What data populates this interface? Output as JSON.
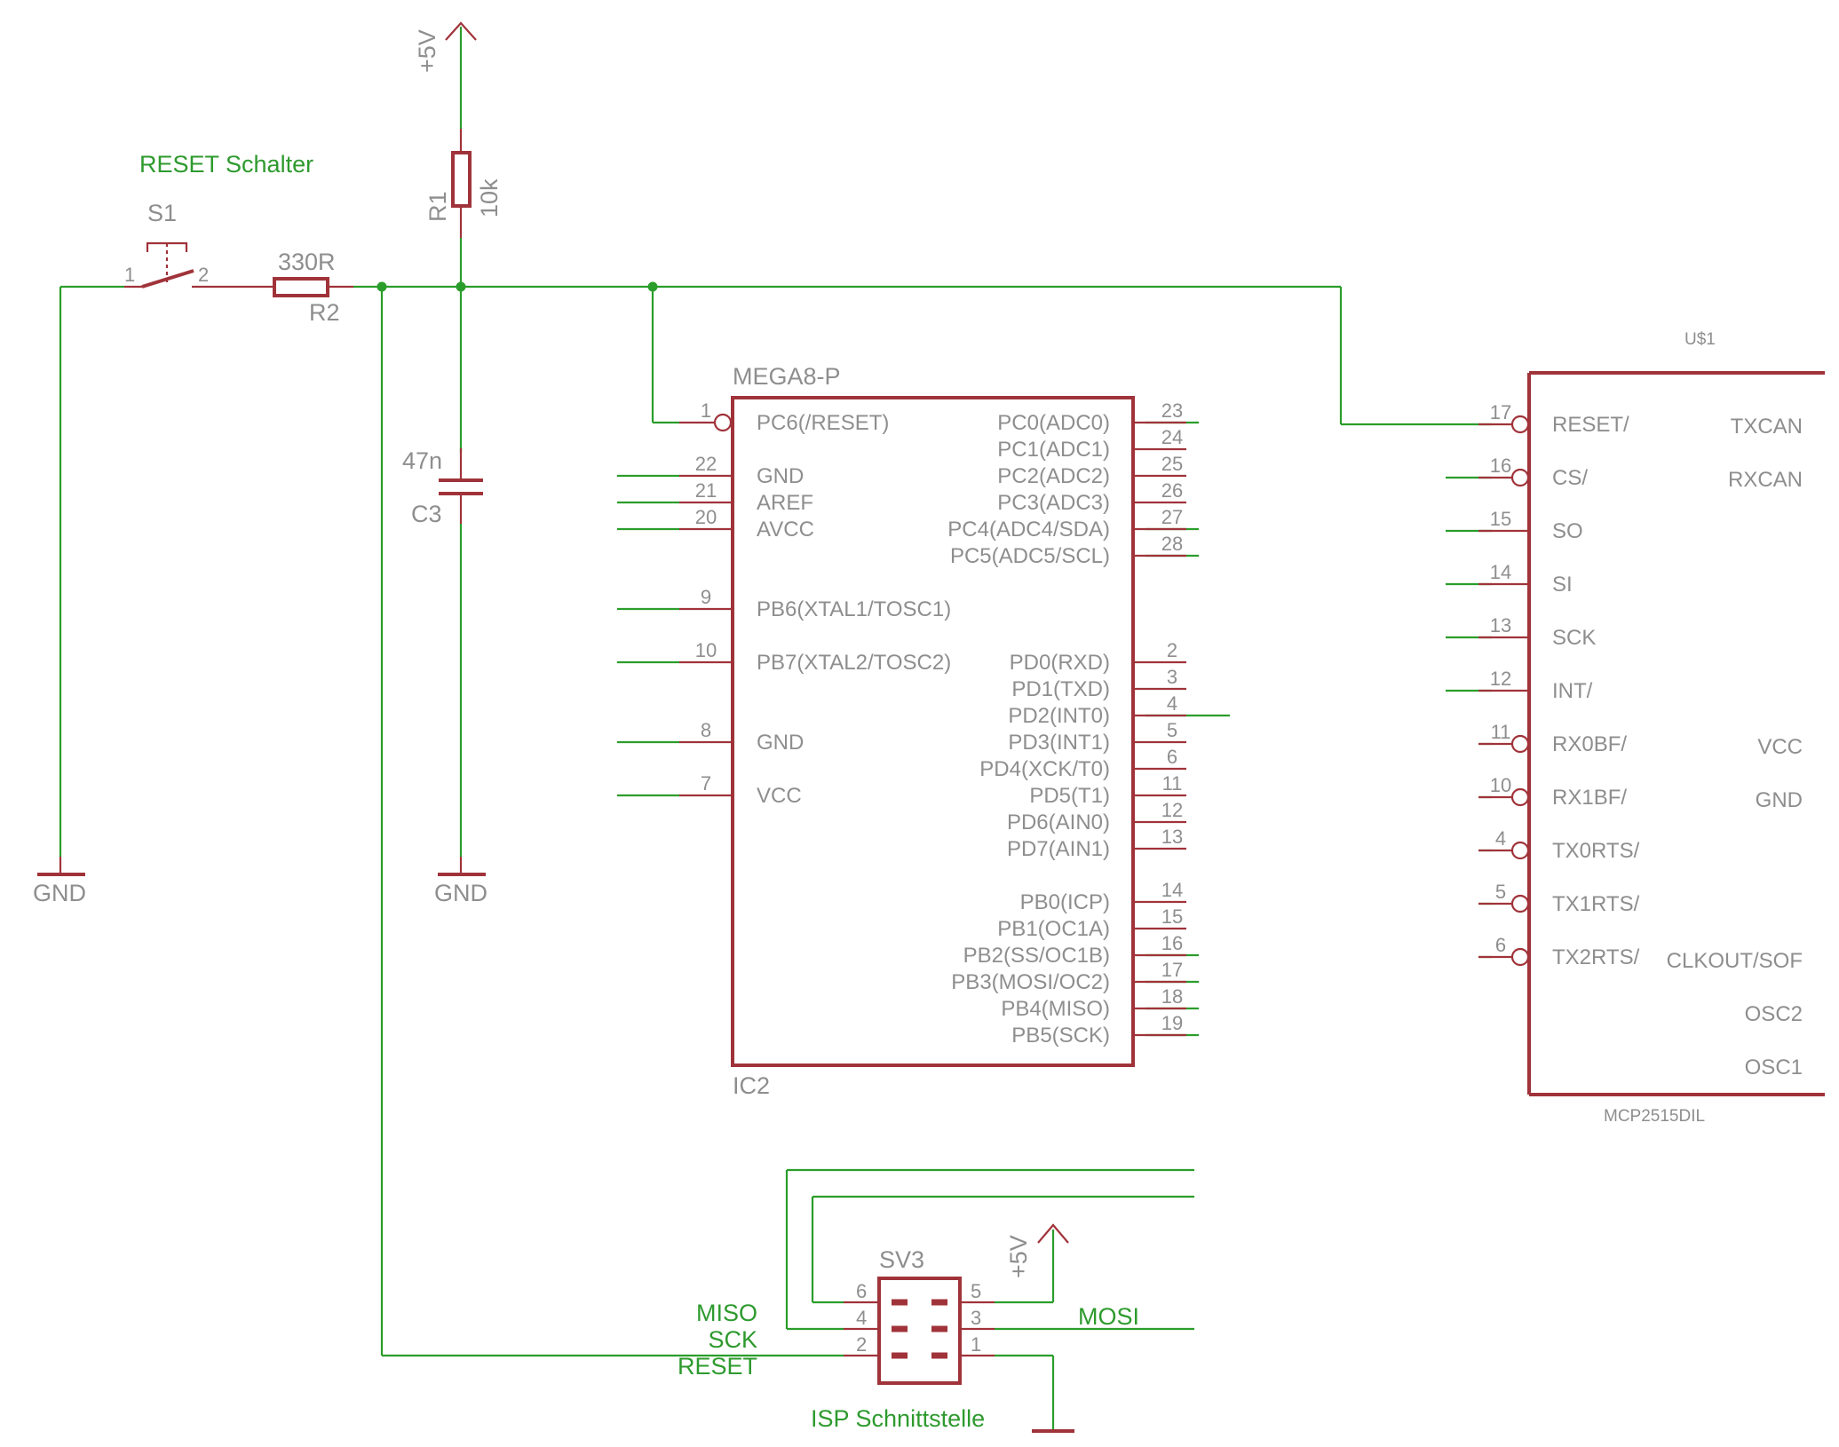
{
  "labels": {
    "reset_schalter": "RESET Schalter",
    "isp_schnittstelle": "ISP Schnittstelle",
    "miso": "MISO",
    "sck": "SCK",
    "reset": "RESET",
    "mosi": "MOSI",
    "supply_top": "+5V",
    "supply_isp": "+5V",
    "gnd_left": "GND",
    "gnd_cap": "GND"
  },
  "s1": {
    "name": "S1",
    "pin1": "1",
    "pin2": "2"
  },
  "r2": {
    "name": "R2",
    "value": "330R"
  },
  "r1": {
    "name": "R1",
    "value": "10k"
  },
  "c3": {
    "name": "C3",
    "value": "47n"
  },
  "ic2": {
    "type": "MEGA8-P",
    "name": "IC2",
    "left_pins": [
      {
        "num": "1",
        "label": "PC6(/RESET)"
      },
      {
        "num": "22",
        "label": "GND"
      },
      {
        "num": "21",
        "label": "AREF"
      },
      {
        "num": "20",
        "label": "AVCC"
      },
      {
        "num": "9",
        "label": "PB6(XTAL1/TOSC1)"
      },
      {
        "num": "10",
        "label": "PB7(XTAL2/TOSC2)"
      },
      {
        "num": "8",
        "label": "GND"
      },
      {
        "num": "7",
        "label": "VCC"
      }
    ],
    "right_pins": [
      {
        "num": "23",
        "label": "PC0(ADC0)"
      },
      {
        "num": "24",
        "label": "PC1(ADC1)"
      },
      {
        "num": "25",
        "label": "PC2(ADC2)"
      },
      {
        "num": "26",
        "label": "PC3(ADC3)"
      },
      {
        "num": "27",
        "label": "PC4(ADC4/SDA)"
      },
      {
        "num": "28",
        "label": "PC5(ADC5/SCL)"
      },
      {
        "num": "2",
        "label": "PD0(RXD)"
      },
      {
        "num": "3",
        "label": "PD1(TXD)"
      },
      {
        "num": "4",
        "label": "PD2(INT0)"
      },
      {
        "num": "5",
        "label": "PD3(INT1)"
      },
      {
        "num": "6",
        "label": "PD4(XCK/T0)"
      },
      {
        "num": "11",
        "label": "PD5(T1)"
      },
      {
        "num": "12",
        "label": "PD6(AIN0)"
      },
      {
        "num": "13",
        "label": "PD7(AIN1)"
      },
      {
        "num": "14",
        "label": "PB0(ICP)"
      },
      {
        "num": "15",
        "label": "PB1(OC1A)"
      },
      {
        "num": "16",
        "label": "PB2(SS/OC1B)"
      },
      {
        "num": "17",
        "label": "PB3(MOSI/OC2)"
      },
      {
        "num": "18",
        "label": "PB4(MISO)"
      },
      {
        "num": "19",
        "label": "PB5(SCK)"
      }
    ]
  },
  "u1": {
    "name": "U$1",
    "type": "MCP2515DIL",
    "left_pins": [
      {
        "num": "17",
        "label": "RESET/"
      },
      {
        "num": "16",
        "label": "CS/"
      },
      {
        "num": "15",
        "label": "SO"
      },
      {
        "num": "14",
        "label": "SI"
      },
      {
        "num": "13",
        "label": "SCK"
      },
      {
        "num": "12",
        "label": "INT/"
      },
      {
        "num": "11",
        "label": "RX0BF/"
      },
      {
        "num": "10",
        "label": "RX1BF/"
      },
      {
        "num": "4",
        "label": "TX0RTS/"
      },
      {
        "num": "5",
        "label": "TX1RTS/"
      },
      {
        "num": "6",
        "label": "TX2RTS/"
      }
    ],
    "right_labels": [
      "TXCAN",
      "RXCAN",
      "VCC",
      "GND",
      "CLKOUT/SOF",
      "OSC2",
      "OSC1"
    ]
  },
  "sv3": {
    "name": "SV3",
    "pins": [
      "6",
      "4",
      "2",
      "5",
      "3",
      "1"
    ]
  }
}
